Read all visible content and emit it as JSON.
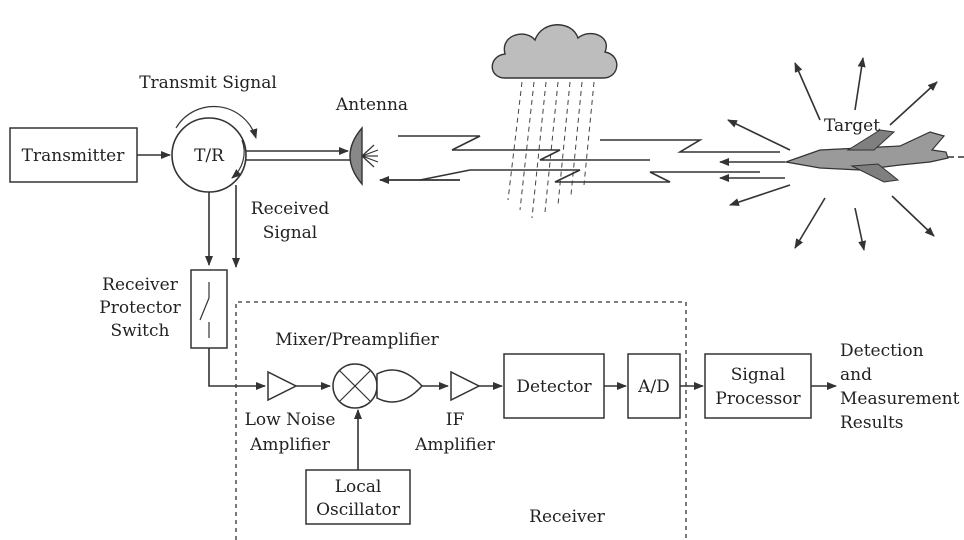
{
  "labels": {
    "transmit_signal": "Transmit Signal",
    "transmitter": "Transmitter",
    "tr": "T/R",
    "antenna": "Antenna",
    "target": "Target",
    "received_signal_1": "Received",
    "received_signal_2": "Signal",
    "protector_1": "Receiver",
    "protector_2": "Protector",
    "protector_3": "Switch",
    "mixer_preamp": "Mixer/Preamplifier",
    "lna_1": "Low Noise",
    "lna_2": "Amplifier",
    "if_1": "IF",
    "if_2": "Amplifier",
    "detector": "Detector",
    "adc": "A/D",
    "sp_1": "Signal",
    "sp_2": "Processor",
    "results_1": "Detection",
    "results_2": "and",
    "results_3": "Measurement",
    "results_4": "Results",
    "lo_1": "Local",
    "lo_2": "Oscillator",
    "receiver": "Receiver"
  },
  "icons": {
    "cloud": "cloud-icon",
    "aircraft": "jet-aircraft-icon",
    "antenna": "dish-antenna-icon",
    "mixer": "mixer-icon",
    "circulator": "circulator-icon"
  },
  "colors": {
    "line": "#333333",
    "cloud_fill": "#bdbdbd",
    "aircraft_fill": "#9a9a9a"
  }
}
